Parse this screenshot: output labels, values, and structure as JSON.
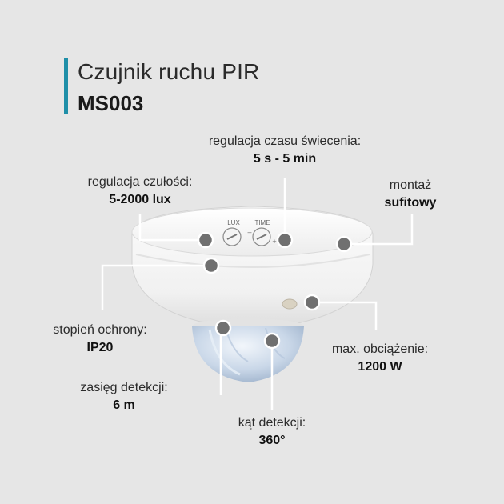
{
  "title": {
    "line1": "Czujnik ruchu PIR",
    "line2": "MS003"
  },
  "device_markings": {
    "lux": "LUX",
    "time": "TIME"
  },
  "specs": {
    "time_adjust": {
      "label": "regulacja czasu świecenia:",
      "value": "5 s - 5 min"
    },
    "sensitivity": {
      "label": "regulacja czułości:",
      "value": "5-2000 lux"
    },
    "mounting": {
      "label": "montaż",
      "value": "sufitowy"
    },
    "protection": {
      "label": "stopień ochrony:",
      "value": "IP20"
    },
    "max_load": {
      "label": "max. obciążenie:",
      "value": "1200 W"
    },
    "range": {
      "label": "zasięg detekcji:",
      "value": "6 m"
    },
    "angle": {
      "label": "kąt detekcji:",
      "value": "360°"
    }
  },
  "colors": {
    "background": "#e6e6e6",
    "accent": "#1f8fa8",
    "marker": "#707070"
  }
}
